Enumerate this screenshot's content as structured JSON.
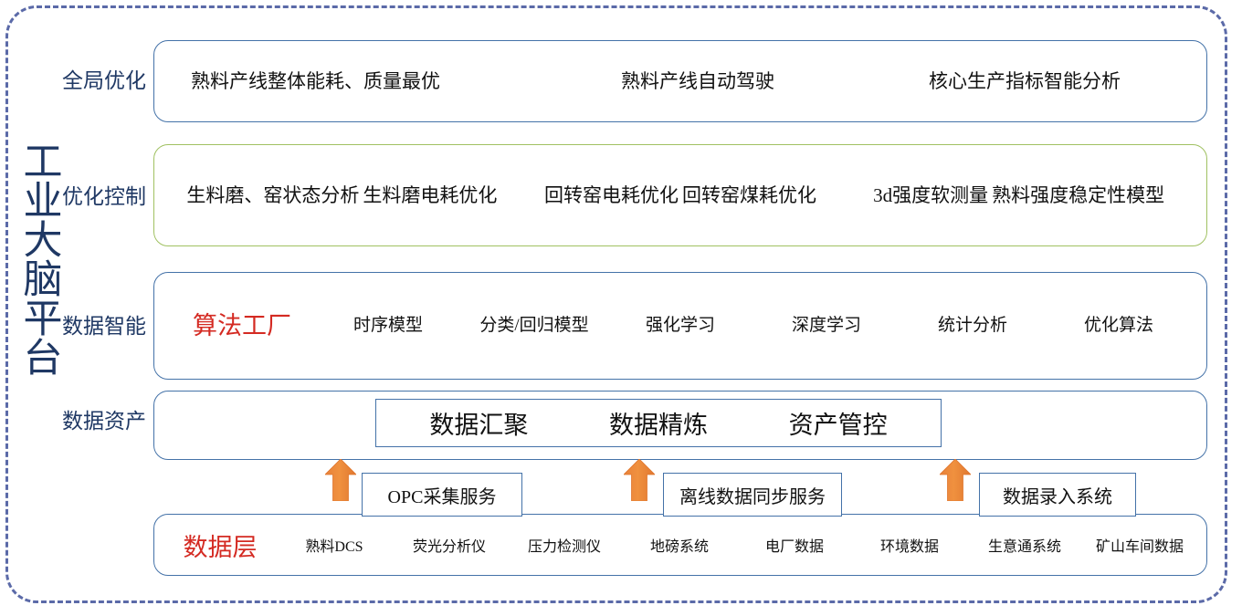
{
  "platform": {
    "vertical_title": "工业大脑平台",
    "accent_blue": "#1f3864",
    "accent_red": "#d42a22",
    "accent_orange": "#ed7d31",
    "accent_green": "#a0c161",
    "border_blue": "#4472a8",
    "frame_dashed": "#5b6aa8"
  },
  "rows": {
    "global_optimization": {
      "label": "全局优化",
      "items": [
        "熟料产线整体能耗、质量最优",
        "熟料产线自动驾驶",
        "核心生产指标智能分析"
      ]
    },
    "optimization_control": {
      "label": "优化控制",
      "columns": [
        {
          "top": "生料磨、窑状态分析",
          "bottom": "生料磨电耗优化"
        },
        {
          "top": "回转窑电耗优化",
          "bottom": "回转窑煤耗优化"
        },
        {
          "top": "3d强度软测量",
          "bottom": "熟料强度稳定性模型"
        }
      ]
    },
    "data_intelligence": {
      "label": "数据智能",
      "accent_item": "算法工厂",
      "items": [
        "时序模型",
        "分类/回归模型",
        "强化学习",
        "深度学习",
        "统计分析",
        "优化算法"
      ]
    },
    "data_asset": {
      "label": "数据资产",
      "inner_items": [
        "数据汇聚",
        "数据精炼",
        "资产管控"
      ]
    },
    "services": [
      "OPC采集服务",
      "离线数据同步服务",
      "数据录入系统"
    ],
    "data_layer": {
      "title": "数据层",
      "items": [
        "熟料DCS",
        "荧光分析仪",
        "压力检测仪",
        "地磅系统",
        "电厂数据",
        "环境数据",
        "生意通系统",
        "矿山车间数据"
      ]
    }
  },
  "icons": {
    "arrow_up": "up-arrow-icon"
  }
}
